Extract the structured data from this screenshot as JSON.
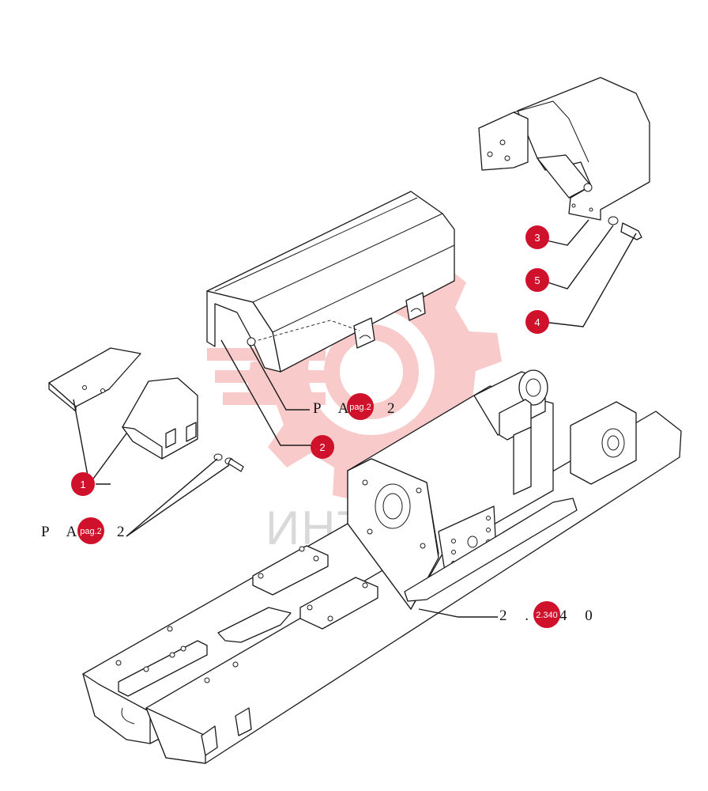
{
  "watermark": {
    "text": "ИНТЕХ",
    "color": "#f08a8a"
  },
  "markers": [
    {
      "id": "1",
      "label": "1"
    },
    {
      "id": "2",
      "label": "2"
    },
    {
      "id": "3",
      "label": "3"
    },
    {
      "id": "4",
      "label": "4"
    },
    {
      "id": "5",
      "label": "5"
    }
  ],
  "references": [
    {
      "text": "P A",
      "badge": "pag.2",
      "suffix": "2"
    },
    {
      "text": "P A",
      "badge": "pag.2",
      "suffix": "2"
    },
    {
      "text": "2 .",
      "badge": "2.340",
      "suffix": "4 0"
    }
  ],
  "colors": {
    "marker": "#d0112b",
    "line": "#1a1a1a"
  }
}
